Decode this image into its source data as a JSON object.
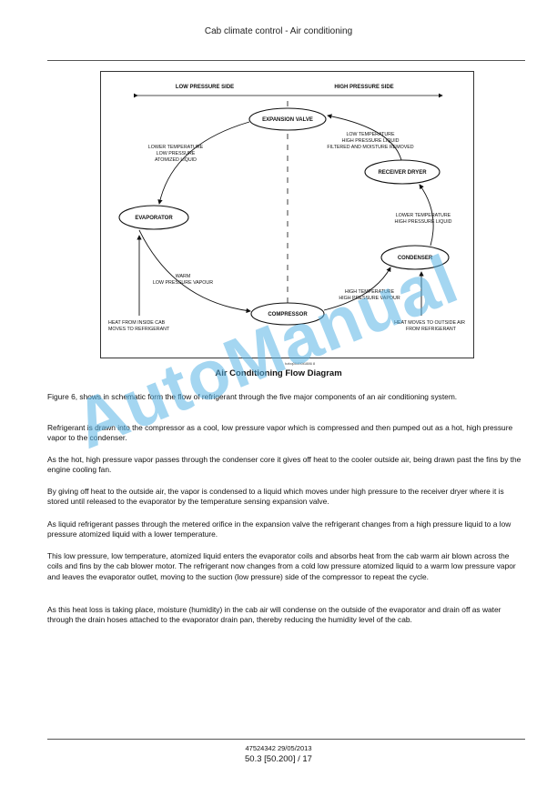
{
  "header": {
    "title": "Cab climate control - Air conditioning"
  },
  "figure": {
    "sides": {
      "low": "LOW PRESSURE SIDE",
      "high": "HIGH PRESSURE SIDE"
    },
    "nodes": {
      "expansion_valve": "EXPANSION VALVE",
      "receiver_dryer": "RECEIVER DRYER",
      "condenser": "CONDENSER",
      "compressor": "COMPRESSOR",
      "evaporator": "EVAPORATOR"
    },
    "labels": {
      "exp_to_evap": [
        "LOWER TEMPERATURE",
        "LOW PRESSURE",
        "ATOMIZED LIQUID"
      ],
      "dryer_to_exp": [
        "LOW TEMPERATURE",
        "HIGH PRESSURE LIQUID",
        "FILTERED AND MOISTURE REMOVED"
      ],
      "cond_to_dryer": [
        "LOWER TEMPERATURE",
        "HIGH PRESSURE LIQUID"
      ],
      "evap_to_comp": [
        "WARM",
        "LOW PRESSURE VAPOUR"
      ],
      "comp_to_cond": [
        "HIGH TEMPERATURE",
        "HIGH PRESSURE VAPOUR"
      ],
      "heat_in": [
        "HEAT FROM INSIDE CAB",
        "MOVES TO REFRIGERANT"
      ],
      "heat_out": [
        "HEAT MOVES TO OUTSIDE AIR",
        "FROM REFRIGERANT"
      ]
    },
    "ref": "hzbq00490t1886    8",
    "caption": "Air Conditioning Flow Diagram"
  },
  "body": {
    "paragraphs": [
      "Figure 6, shows in schematic form the flow of refrigerant through the five major components of an air conditioning system.",
      "Refrigerant is drawn into the compressor as a cool, low pressure vapor which is compressed and then pumped out as a hot, high pressure vapor to the condenser.",
      "As the hot, high pressure vapor passes through the condenser core it gives off heat to the cooler outside air, being drawn past the fins by the engine cooling fan.",
      "By giving off heat to the outside air, the vapor is condensed to a liquid which moves under high pressure to the receiver dryer where it is stored until released to the evaporator by the temperature sensing expansion valve.",
      "As liquid refrigerant passes through the metered orifice in the expansion valve the refrigerant changes from a high pressure liquid to a low pressure atomized liquid with a lower temperature.",
      "This low pressure, low temperature, atomized liquid enters the evaporator coils and absorbs heat from the cab warm air blown across the coils and fins by the cab blower motor. The refrigerant now changes from a cold low pressure atomized liquid to a warm low pressure vapor and leaves the evaporator outlet, moving to the suction (low pressure) side of the compressor to repeat the cycle.",
      "As this heat loss is taking place, moisture (humidity) in the cab air will condense on the outside of the evaporator and drain off as water through the drain hoses attached to the evaporator drain pan, thereby reducing the humidity level of the cab."
    ]
  },
  "footer": {
    "doc": "47524342 29/05/2013",
    "page": "50.3 [50.200] / 17"
  },
  "watermark": "AutoManual",
  "colors": {
    "watermark": "#5ab4e6"
  }
}
